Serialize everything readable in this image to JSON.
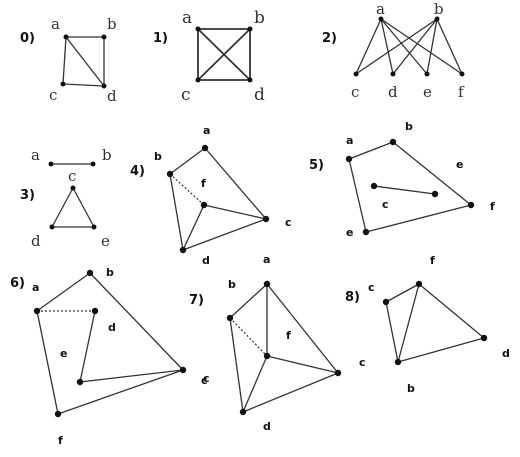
{
  "graphs": [
    {
      "id": "g0",
      "number_label": "0)",
      "label_style": "serif",
      "labels": [
        "a",
        "b",
        "c",
        "d"
      ]
    },
    {
      "id": "g1",
      "number_label": "1)",
      "label_style": "serif-lg",
      "labels": [
        "a",
        "b",
        "c",
        "d"
      ]
    },
    {
      "id": "g2",
      "number_label": "2)",
      "label_style": "serif",
      "labels": [
        "a",
        "b",
        "c",
        "d",
        "e",
        "f"
      ]
    },
    {
      "id": "g3",
      "number_label": "3)",
      "label_style": "serif",
      "labels": [
        "a",
        "b",
        "c",
        "d",
        "e"
      ]
    },
    {
      "id": "g4",
      "number_label": "4)",
      "label_style": "bold",
      "labels": [
        "a",
        "b",
        "f",
        "c",
        "d"
      ]
    },
    {
      "id": "g5",
      "number_label": "5)",
      "label_style": "bold",
      "labels": [
        "a",
        "b",
        "e",
        "c",
        "f",
        "e",
        "f"
      ]
    },
    {
      "id": "g6",
      "number_label": "6)",
      "label_style": "bold",
      "labels": [
        "b",
        "a",
        "d",
        "e",
        "c",
        "f"
      ]
    },
    {
      "id": "g7",
      "number_label": "7)",
      "label_style": "bold",
      "labels": [
        "b",
        "a",
        "f",
        "c",
        "d"
      ]
    },
    {
      "id": "g8",
      "number_label": "8)",
      "label_style": "bold",
      "labels": [
        "c",
        "d",
        "c",
        "b"
      ]
    }
  ]
}
